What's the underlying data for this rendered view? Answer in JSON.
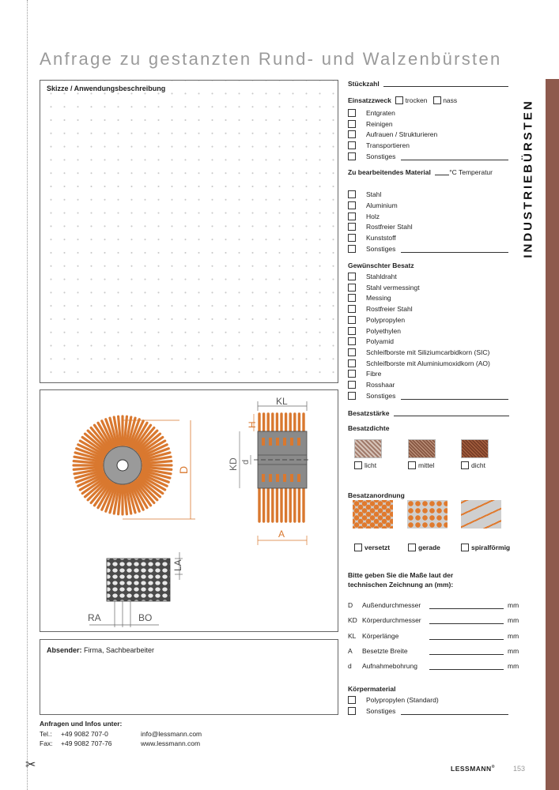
{
  "title": "Anfrage zu gestanzten Rund- und Walzenbürsten",
  "side_title": "INDUSTRIEBÜRSTEN",
  "sketch_box": {
    "label": "Skizze / Anwendungsbeschreibung"
  },
  "drawing": {
    "labels": {
      "KL": "KL",
      "H": "H",
      "D": "D",
      "KD": "KD",
      "d": "d",
      "A": "A",
      "LA": "LA",
      "RA": "RA",
      "BO": "BO"
    }
  },
  "sender_box": {
    "label_bold": "Absender:",
    "label_rest": " Firma, Sachbearbeiter"
  },
  "contact": {
    "heading": "Anfragen und Infos unter:",
    "tel_label": "Tel.:",
    "tel": "+49 9082 707-0",
    "email": "info@lessmann.com",
    "fax_label": "Fax:",
    "fax": "+49 9082 707-76",
    "web": "www.lessmann.com"
  },
  "form": {
    "stueckzahl": "Stückzahl",
    "einsatzzweck": {
      "label": "Einsatzzweck",
      "trocken": "trocken",
      "nass": "nass",
      "options": [
        "Entgraten",
        "Reinigen",
        "Aufrauen / Strukturieren",
        "Transportieren",
        "Sonstiges"
      ]
    },
    "material": {
      "label": "Zu bearbeitendes Material",
      "temp": "°C Temperatur",
      "options": [
        "Stahl",
        "Aluminium",
        "Holz",
        "Rostfreier Stahl",
        "Kunststoff",
        "Sonstiges"
      ]
    },
    "besatz": {
      "label": "Gewünschter Besatz",
      "options": [
        "Stahldraht",
        "Stahl vermessingt",
        "Messing",
        "Rostfreier Stahl",
        "Polypropylen",
        "Polyethylen",
        "Polyamid",
        "Schleifborste mit Siliziumcarbidkorn (SIC)",
        "Schleifborste mit Aluminiumoxidkorn (AO)",
        "Fibre",
        "Rosshaar",
        "Sonstiges"
      ]
    },
    "besatzstaerke": "Besatzstärke",
    "besatzdichte": {
      "label": "Besatzdichte",
      "options": [
        "licht",
        "mittel",
        "dicht"
      ]
    },
    "besatzanordnung": {
      "label": "Besatzanordnung",
      "options": [
        "versetzt",
        "gerade",
        "spiralförmig"
      ]
    },
    "masse": {
      "label_line1": "Bitte geben Sie die Maße laut der",
      "label_line2": "technischen Zeichnung an (mm):",
      "rows": [
        {
          "code": "D",
          "name": "Außendurchmesser",
          "unit": "mm"
        },
        {
          "code": "KD",
          "name": "Körperdurchmesser",
          "unit": "mm"
        },
        {
          "code": "KL",
          "name": "Körperlänge",
          "unit": "mm"
        },
        {
          "code": "A",
          "name": "Besetzte Breite",
          "unit": "mm"
        },
        {
          "code": "d",
          "name": "Aufnahmebohrung",
          "unit": "mm"
        }
      ]
    },
    "koerpermaterial": {
      "label": "Körpermaterial",
      "options": [
        "Polypropylen (Standard)",
        "Sonstiges"
      ]
    }
  },
  "footer": {
    "brand": "LESSMANN",
    "reg": "®",
    "page": "153"
  },
  "colors": {
    "accent": "#8e5a4d",
    "bristle": "#d9782f",
    "title_gray": "#9a9a9a"
  }
}
